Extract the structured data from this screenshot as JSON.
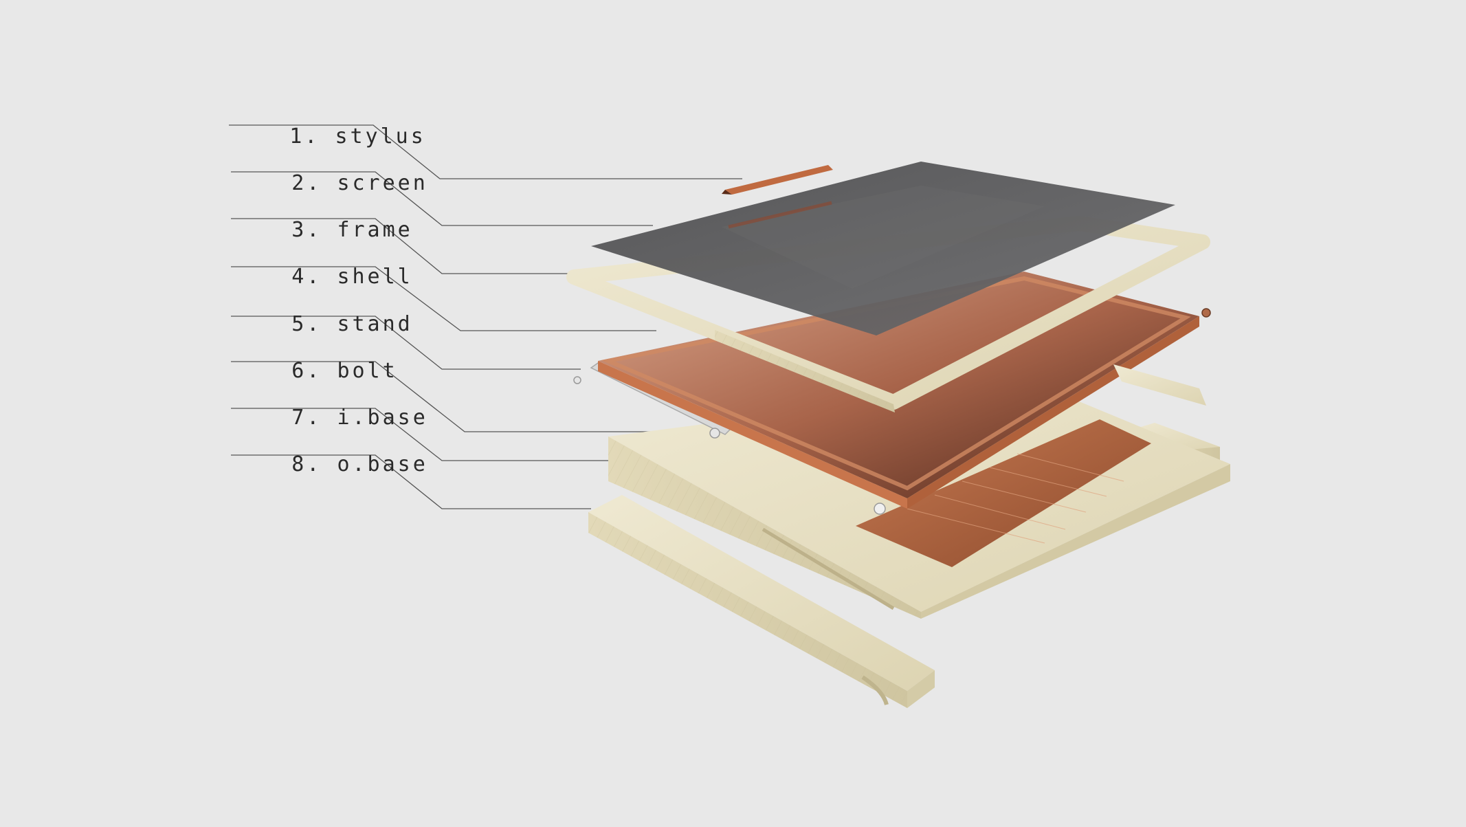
{
  "diagram": {
    "labels": [
      {
        "number": "1.",
        "text": "stylus"
      },
      {
        "number": "2.",
        "text": "screen"
      },
      {
        "number": "3.",
        "text": "frame"
      },
      {
        "number": "4.",
        "text": "shell"
      },
      {
        "number": "5.",
        "text": "stand"
      },
      {
        "number": "6.",
        "text": "bolt"
      },
      {
        "number": "7.",
        "text": "i.base"
      },
      {
        "number": "8.",
        "text": "o.base"
      }
    ]
  },
  "colors": {
    "background": "#e8e8e8",
    "wood": "#e8e2c8",
    "wood_dark": "#cfc6a2",
    "copper": "#c8754c",
    "copper_light": "#d9a089",
    "screen": "#5a5a5c",
    "aluminium": "#d8d8d8",
    "leader": "#555555"
  }
}
